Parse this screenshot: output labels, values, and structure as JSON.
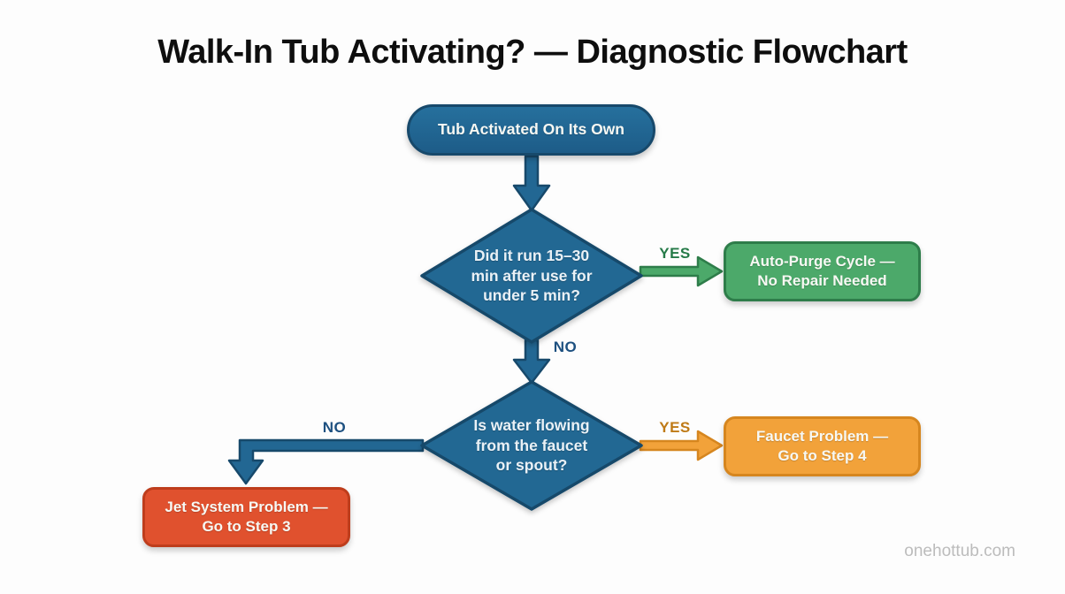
{
  "title": "Walk-In Tub Activating? — Diagnostic Flowchart",
  "watermark": "onehottub.com",
  "flowchart": {
    "start": {
      "label": "Tub Activated On Its Own"
    },
    "decision1": {
      "lines": [
        "Did it run 15–30",
        "min after use for",
        "under 5 min?"
      ]
    },
    "decision2": {
      "lines": [
        "Is water flowing",
        "from the faucet",
        "or spout?"
      ]
    },
    "outcome_auto_purge": {
      "lines": [
        "Auto-Purge Cycle —",
        "No Repair Needed"
      ]
    },
    "outcome_faucet": {
      "lines": [
        "Faucet Problem —",
        "Go to Step 4"
      ]
    },
    "outcome_jet": {
      "lines": [
        "Jet System Problem —",
        "Go to Step 3"
      ]
    },
    "edges": {
      "decision1_yes": "YES",
      "decision1_no": "NO",
      "decision2_yes": "YES",
      "decision2_no": "NO"
    }
  },
  "colors": {
    "blue_fill": "#226793",
    "blue_border": "#17496b",
    "green_fill": "#4ca96a",
    "green_border": "#2e7d4a",
    "orange_fill": "#f2a23a",
    "orange_border": "#d6861f",
    "red_fill": "#e0512e",
    "red_border": "#be3d1c",
    "yes_green_text": "#257a48",
    "yes_orange_text": "#bf7a16",
    "no_blue_text": "#1d5080",
    "title_text": "#0e0e0e",
    "watermark_text": "#bcbcbc",
    "background": "#fdfdfd"
  }
}
